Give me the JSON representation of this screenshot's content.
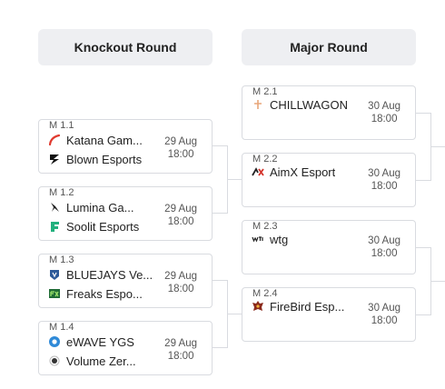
{
  "rounds": [
    {
      "title": "Knockout Round"
    },
    {
      "title": "Major Round"
    }
  ],
  "knockout": [
    {
      "id": "M 1.1",
      "date": "29 Aug",
      "time": "18:00",
      "teams": [
        {
          "name": "Katana Gam...",
          "icon": "katana-logo-icon"
        },
        {
          "name": "Blown Esports",
          "icon": "blown-logo-icon"
        }
      ]
    },
    {
      "id": "M 1.2",
      "date": "29 Aug",
      "time": "18:00",
      "teams": [
        {
          "name": "Lumina Ga...",
          "icon": "lumina-logo-icon"
        },
        {
          "name": "Soolit Esports",
          "icon": "soolit-logo-icon"
        }
      ]
    },
    {
      "id": "M 1.3",
      "date": "29 Aug",
      "time": "18:00",
      "teams": [
        {
          "name": "BLUEJAYS Ve...",
          "icon": "bluejays-logo-icon"
        },
        {
          "name": "Freaks Espo...",
          "icon": "freaks-logo-icon"
        }
      ]
    },
    {
      "id": "M 1.4",
      "date": "29 Aug",
      "time": "18:00",
      "teams": [
        {
          "name": "eWAVE YGS",
          "icon": "ewave-logo-icon"
        },
        {
          "name": "Volume Zer...",
          "icon": "volume-logo-icon"
        }
      ]
    }
  ],
  "major": [
    {
      "id": "M 2.1",
      "date": "30 Aug",
      "time": "18:00",
      "team": {
        "name": "CHILLWAGON",
        "icon": "chillwagon-logo-icon"
      }
    },
    {
      "id": "M 2.2",
      "date": "30 Aug",
      "time": "18:00",
      "team": {
        "name": "AimX Esport",
        "icon": "aimx-logo-icon"
      }
    },
    {
      "id": "M 2.3",
      "date": "30 Aug",
      "time": "18:00",
      "team": {
        "name": "wtg",
        "icon": "wtg-logo-icon"
      }
    },
    {
      "id": "M 2.4",
      "date": "30 Aug",
      "time": "18:00",
      "team": {
        "name": "FireBird Esp...",
        "icon": "firebird-logo-icon"
      }
    }
  ]
}
